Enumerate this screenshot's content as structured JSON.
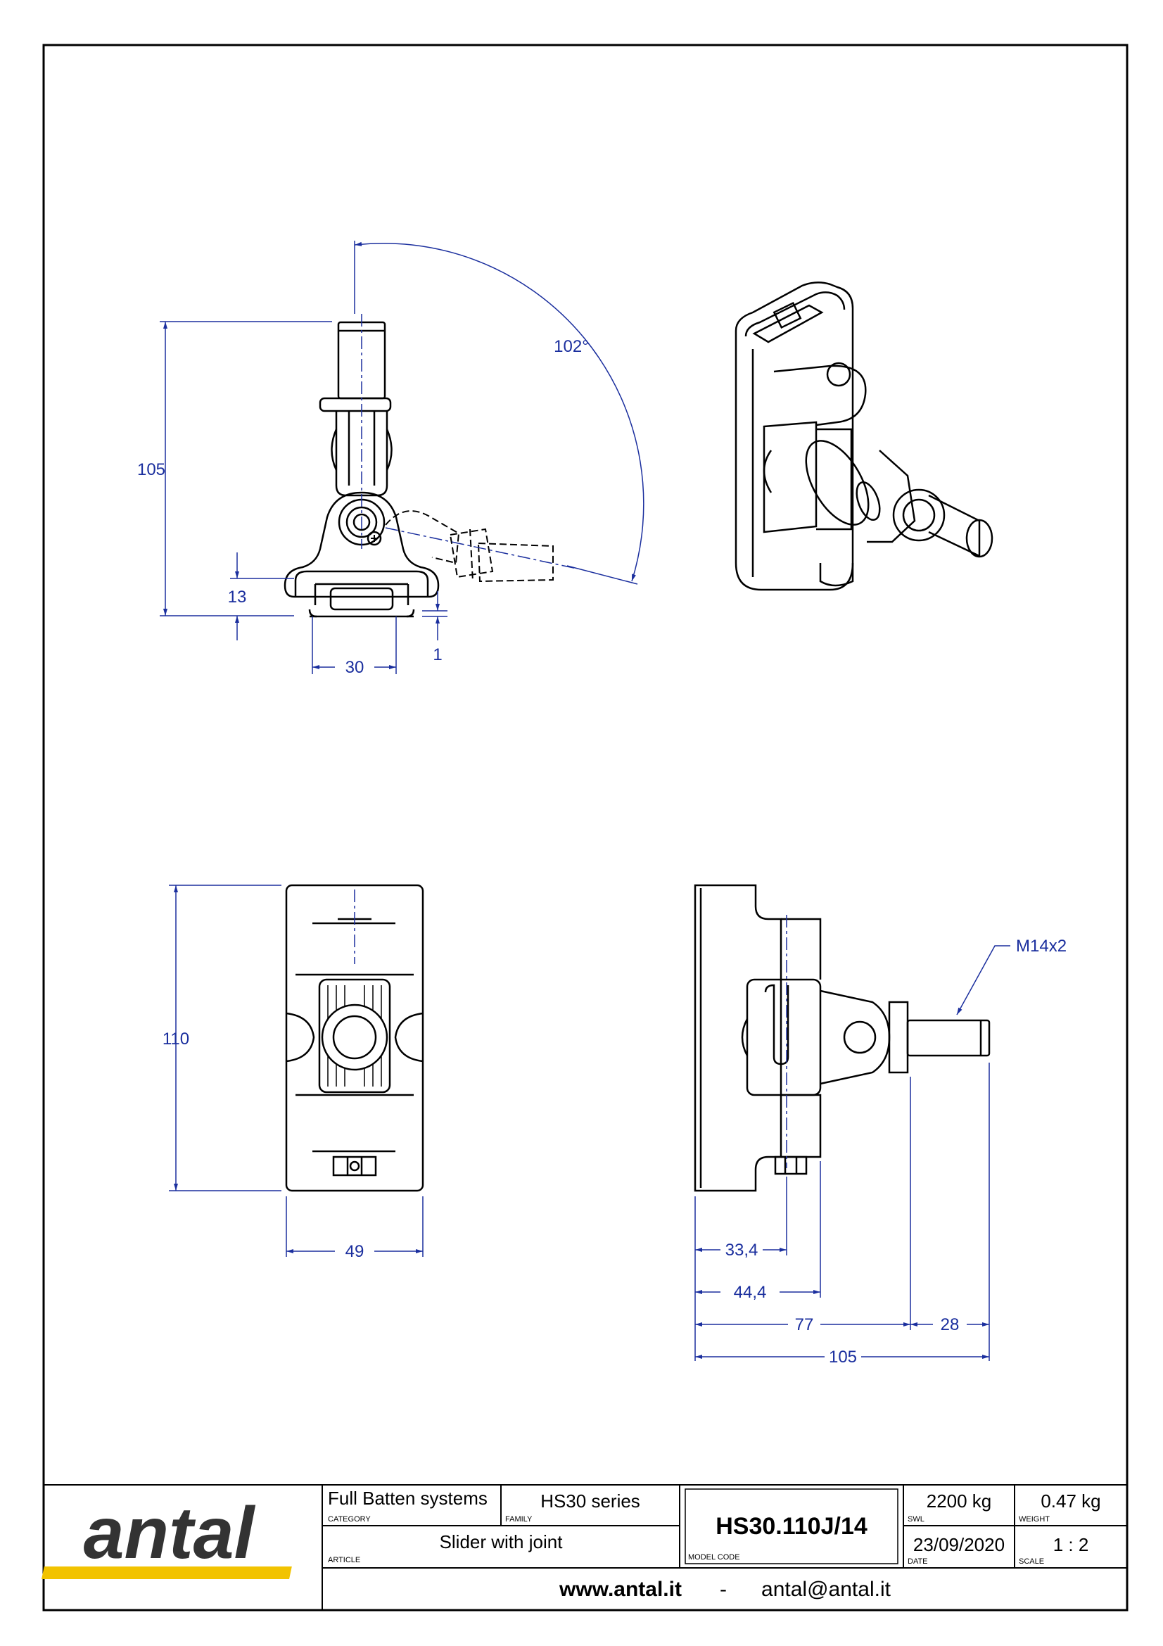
{
  "dimensions": {
    "top_height": "105",
    "angle": "102°",
    "slot_depth": "13",
    "slot_width": "30",
    "offset": "1",
    "front_height": "110",
    "front_width": "49",
    "side_33": "33,4",
    "side_44": "44,4",
    "side_77": "77",
    "side_28": "28",
    "side_105": "105",
    "thread": "M14x2"
  },
  "title_block": {
    "logo_text": "antal",
    "category_value": "Full Batten systems",
    "category_label": "CATEGORY",
    "family_value": "HS30 series",
    "family_label": "FAMILY",
    "article_value": "Slider with joint",
    "article_label": "ARTICLE",
    "model_code": "HS30.110J/14",
    "model_code_label": "MODEL CODE",
    "swl_value": "2200 kg",
    "swl_label": "SWL",
    "weight_value": "0.47 kg",
    "weight_label": "WEIGHT",
    "date_value": "23/09/2020",
    "date_label": "DATE",
    "scale_value": "1 : 2",
    "scale_label": "SCALE",
    "website": "www.antal.it",
    "separator": "-",
    "email": "antal@antal.it"
  },
  "colors": {
    "dimension": "#1b2f9e",
    "logo_bar": "#f2c300",
    "line": "#000000"
  }
}
